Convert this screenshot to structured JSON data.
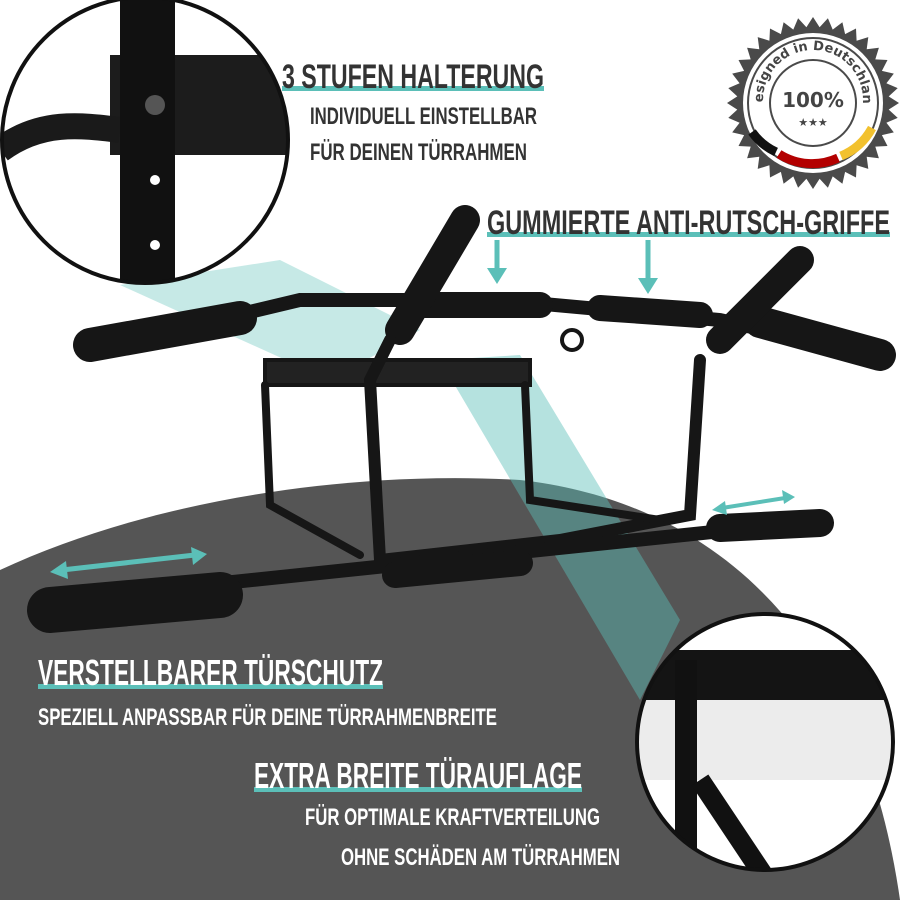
{
  "colors": {
    "accent": "#5bbfb8",
    "dark_bg": "#555555",
    "text_dark": "#333333",
    "text_light": "#ffffff",
    "product": "#1a1a1a"
  },
  "features": {
    "mount": {
      "title": "3 STUFEN HALTERUNG",
      "line1": "INDIVIDUELL EINSTELLBAR",
      "line2": "FÜR DEINEN TÜRRAHMEN"
    },
    "grips": {
      "title": "GUMMIERTE ANTI-RUTSCH-GRIFFE"
    },
    "door_guard": {
      "title": "VERSTELLBARER TÜRSCHUTZ",
      "line1": "SPEZIELL ANPASSBAR FÜR DEINE TÜRRAHMENBREITE"
    },
    "rest": {
      "title": "EXTRA BREITE TÜRAUFLAGE",
      "line1": "FÜR OPTIMALE KRAFTVERTEILUNG",
      "line2": "OHNE SCHÄDEN AM TÜRRAHMEN"
    }
  },
  "seal": {
    "arc_text": "Designed in Deutschland",
    "center_text": "100%",
    "stars": "★★★",
    "flag_colors": [
      "#111111",
      "#b30000",
      "#f2c12e"
    ]
  },
  "icons": [
    "double-arrow-icon",
    "down-arrow-icon"
  ]
}
